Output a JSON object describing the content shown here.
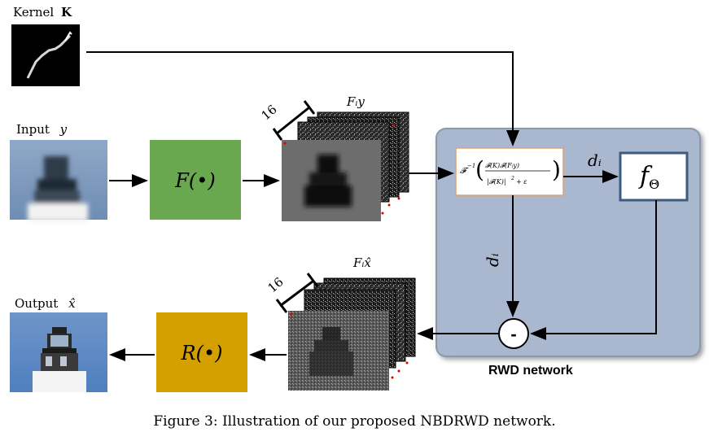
{
  "labels": {
    "kernel": "Kernel",
    "kernel_symbol": "K",
    "input": "Input",
    "input_symbol": "y",
    "output": "Output",
    "output_symbol": "x̂",
    "forward_block": "F(•)",
    "reverse_block": "R(•)",
    "stack_top_label": "Fᵢy",
    "stack_bottom_label": "Fᵢx̂",
    "stack_count_top": "16",
    "stack_count_bottom": "16",
    "wiener_formula": "F⁻¹( conj(F(K))F(Fᵢy) / (|F(K)|² + ε) )",
    "d_i_right": "dᵢ",
    "d_i_down": "dᵢ",
    "f_theta": "f",
    "f_theta_sub": "Θ",
    "minus": "-",
    "network_name": "RWD network"
  },
  "caption": "Figure 3: Illustration of our proposed NBDRWD network.",
  "colors": {
    "forward_block": "#6aa84f",
    "reverse_block": "#d4a000",
    "network_panel": "#a9b8cf",
    "network_border": "#8a98ad",
    "formula_box_border": "#e0a070",
    "f_theta_border": "#3d5a80"
  }
}
